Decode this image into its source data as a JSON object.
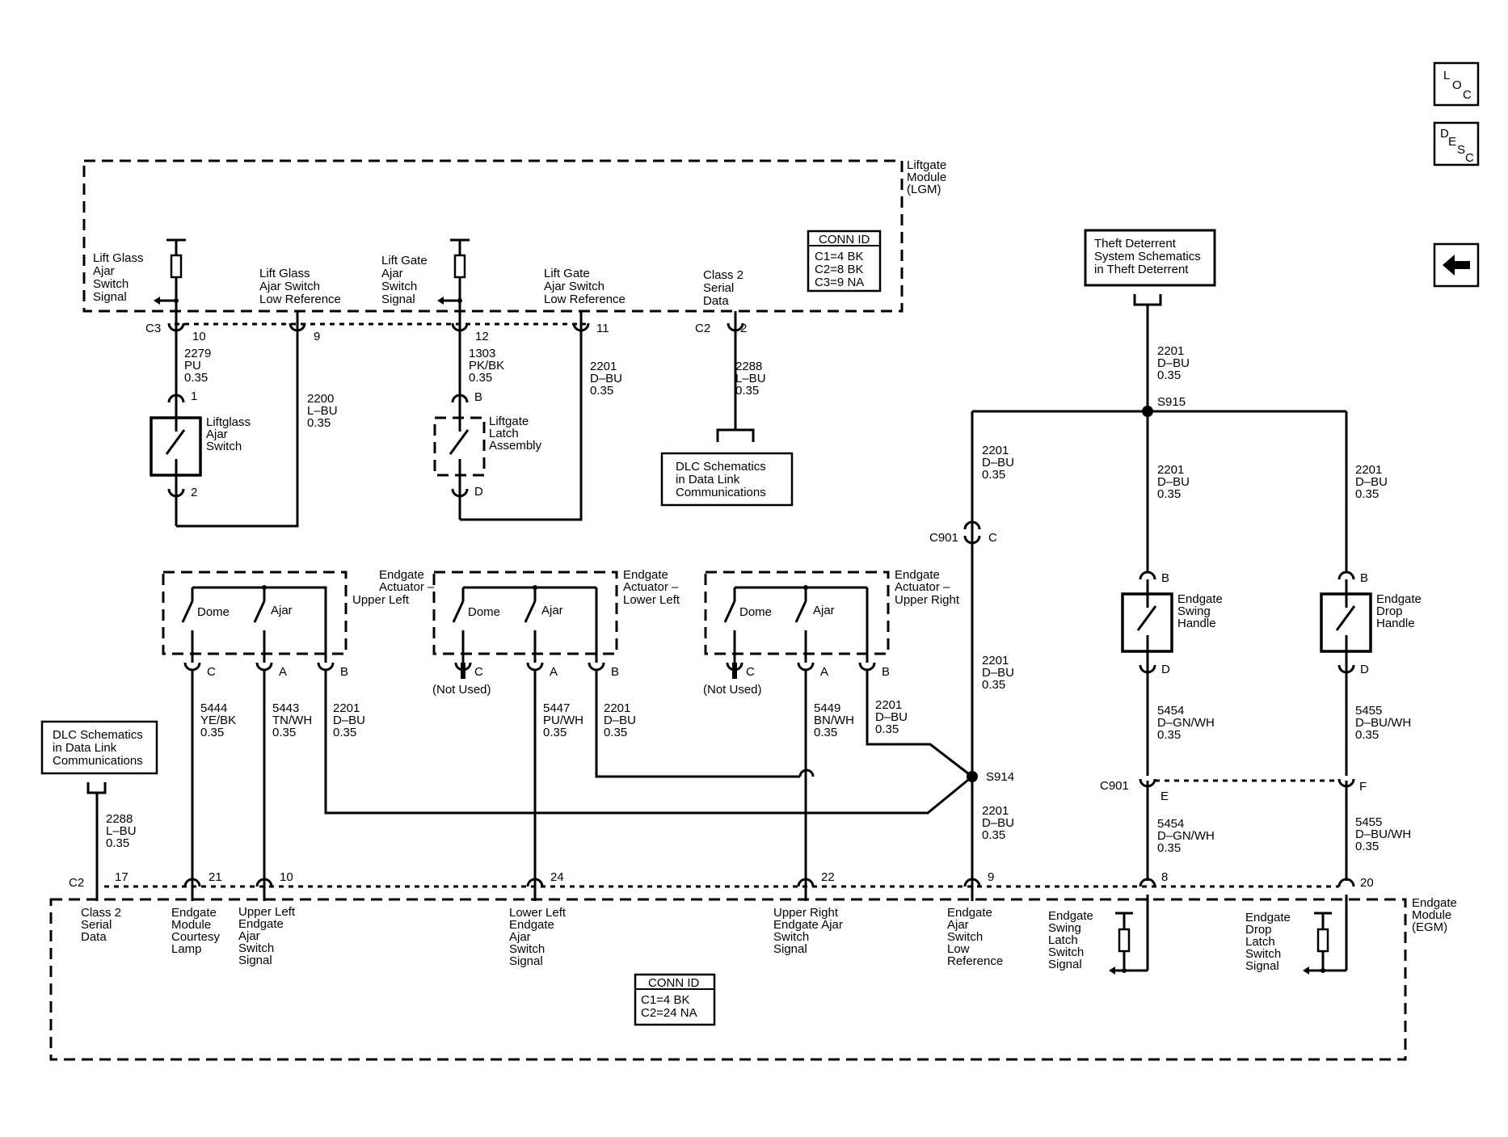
{
  "nav": {
    "loc": [
      "L",
      "O",
      "C"
    ],
    "desc": [
      "D",
      "E",
      "S",
      "C"
    ],
    "back_icon": "left-arrow-icon"
  },
  "lgm": {
    "title": [
      "Liftgate",
      "Module",
      "(LGM)"
    ],
    "conn_id": {
      "title": "CONN ID",
      "lines": [
        "C1=4 BK",
        "C2=8 BK",
        "C3=9 NA"
      ]
    },
    "signals": {
      "lift_glass_ajar": [
        "Lift Glass",
        "Ajar",
        "Switch",
        "Signal"
      ],
      "lift_glass_low_ref": [
        "Lift Glass",
        "Ajar Switch",
        "Low Reference"
      ],
      "lift_gate_ajar": [
        "Lift Gate",
        "Ajar",
        "Switch",
        "Signal"
      ],
      "lift_gate_low_ref": [
        "Lift Gate",
        "Ajar Switch",
        "Low Reference"
      ],
      "class2": [
        "Class 2",
        "Serial",
        "Data"
      ]
    },
    "connectors": {
      "c3": "C3",
      "c2": "C2",
      "p10": "10",
      "p9": "9",
      "p12": "12",
      "p11": "11",
      "p2": "2"
    },
    "wires": {
      "w2279": [
        "2279",
        "PU",
        "0.35"
      ],
      "w2200": [
        "2200",
        "L–BU",
        "0.35"
      ],
      "w1303": [
        "1303",
        "PK/BK",
        "0.35"
      ],
      "w2201a": [
        "2201",
        "D–BU",
        "0.35"
      ],
      "w2288": [
        "2288",
        "L–BU",
        "0.35"
      ]
    },
    "liftglass_switch": {
      "label": [
        "Liftglass",
        "Ajar",
        "Switch"
      ],
      "pin_top": "1",
      "pin_bot": "2"
    },
    "liftgate_latch": {
      "label": [
        "Liftgate",
        "Latch",
        "Assembly"
      ],
      "pin_top": "B",
      "pin_bot": "D"
    },
    "dlc_top": [
      "DLC Schematics",
      "in Data Link",
      "Communications"
    ]
  },
  "theft": {
    "box": [
      "Theft Deterrent",
      "System Schematics",
      "in Theft Deterrent"
    ],
    "wire": [
      "2201",
      "D–BU",
      "0.35"
    ],
    "splice": "S915",
    "branch_left": [
      "2201",
      "D–BU",
      "0.35"
    ],
    "branch_mid": [
      "2201",
      "D–BU",
      "0.35"
    ],
    "branch_right": [
      "2201",
      "D–BU",
      "0.35"
    ]
  },
  "c901": {
    "label": "C901",
    "pin_c": "C",
    "pin_e": "E",
    "pin_f": "F"
  },
  "actuators": [
    {
      "title": [
        "Endgate",
        "Actuator –",
        "Upper Left"
      ],
      "dome": "Dome",
      "ajar": "Ajar",
      "pins": [
        "C",
        "A",
        "B"
      ],
      "not_used": "",
      "wires": [
        [
          "5444",
          "YE/BK",
          "0.35"
        ],
        [
          "5443",
          "TN/WH",
          "0.35"
        ],
        [
          "2201",
          "D–BU",
          "0.35"
        ]
      ]
    },
    {
      "title": [
        "Endgate",
        "Actuator –",
        "Lower Left"
      ],
      "dome": "Dome",
      "ajar": "Ajar",
      "pins": [
        "C",
        "A",
        "B"
      ],
      "not_used": "(Not Used)",
      "wires": [
        [
          "5447",
          "PU/WH",
          "0.35"
        ],
        [
          "2201",
          "D–BU",
          "0.35"
        ]
      ]
    },
    {
      "title": [
        "Endgate",
        "Actuator –",
        "Upper Right"
      ],
      "dome": "Dome",
      "ajar": "Ajar",
      "pins": [
        "C",
        "A",
        "B"
      ],
      "not_used": "(Not Used)",
      "wires": [
        [
          "5449",
          "BN/WH",
          "0.35"
        ],
        [
          "2201",
          "D–BU",
          "0.35"
        ]
      ]
    }
  ],
  "s914": {
    "label": "S914",
    "wire_up": [
      "2201",
      "D–BU",
      "0.35"
    ],
    "wire_down": [
      "2201",
      "D–BU",
      "0.35"
    ]
  },
  "swing_handle": {
    "label": [
      "Endgate",
      "Swing",
      "Handle"
    ],
    "pin_top": "B",
    "pin_bot": "D",
    "wire1": [
      "5454",
      "D–GN/WH",
      "0.35"
    ],
    "wire2": [
      "5454",
      "D–GN/WH",
      "0.35"
    ]
  },
  "drop_handle": {
    "label": [
      "Endgate",
      "Drop",
      "Handle"
    ],
    "pin_top": "B",
    "pin_bot": "D",
    "wire1": [
      "5455",
      "D–BU/WH",
      "0.35"
    ],
    "wire2": [
      "5455",
      "D–BU/WH",
      "0.35"
    ]
  },
  "dlc_left": {
    "box": [
      "DLC Schematics",
      "in Data Link",
      "Communications"
    ],
    "wire": [
      "2288",
      "L–BU",
      "0.35"
    ]
  },
  "egm": {
    "title": [
      "Endgate",
      "Module",
      "(EGM)"
    ],
    "conn_id": {
      "title": "CONN ID",
      "lines": [
        "C1=4 BK",
        "C2=24 NA"
      ]
    },
    "c2": "C2",
    "pins": [
      "17",
      "21",
      "10",
      "24",
      "22",
      "9",
      "8",
      "20"
    ],
    "signals": [
      [
        "Class 2",
        "Serial",
        "Data"
      ],
      [
        "Endgate",
        "Module",
        "Courtesy",
        "Lamp"
      ],
      [
        "Upper Left",
        "Endgate",
        "Ajar",
        "Switch",
        "Signal"
      ],
      [
        "Lower Left",
        "Endgate",
        "Ajar",
        "Switch",
        "Signal"
      ],
      [
        "Upper Right",
        "Endgate Ajar",
        "Switch",
        "Signal"
      ],
      [
        "Endgate",
        "Ajar",
        "Switch",
        "Low",
        "Reference"
      ],
      [
        "Endgate",
        "Swing",
        "Latch",
        "Switch",
        "Signal"
      ],
      [
        "Endgate",
        "Drop",
        "Latch",
        "Switch",
        "Signal"
      ]
    ]
  }
}
